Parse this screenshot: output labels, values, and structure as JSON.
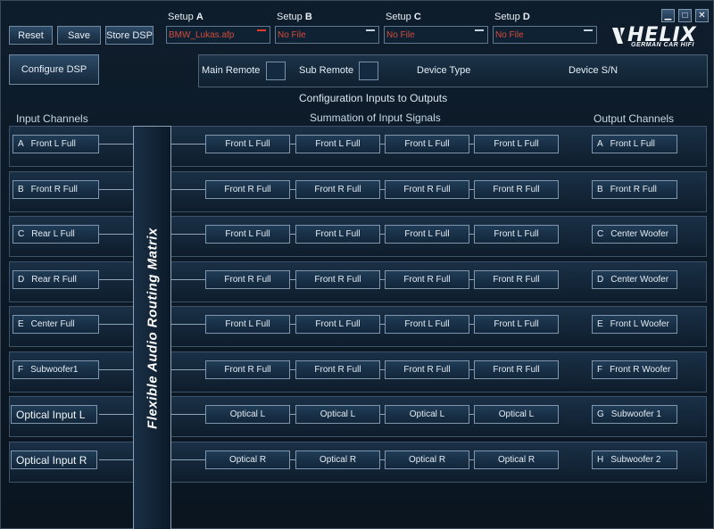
{
  "toolbar": {
    "reset_label": "Reset",
    "save_label": "Save",
    "store_label": "Store DSP"
  },
  "setups": [
    {
      "prefix": "Setup ",
      "letter": "A",
      "file": "BMW_Lukas.afp",
      "active": true
    },
    {
      "prefix": "Setup ",
      "letter": "B",
      "file": "No File",
      "active": false
    },
    {
      "prefix": "Setup ",
      "letter": "C",
      "file": "No File",
      "active": false
    },
    {
      "prefix": "Setup ",
      "letter": "D",
      "file": "No File",
      "active": false
    }
  ],
  "brand": {
    "name": "HELIX",
    "tagline": "GERMAN CAR HIFI"
  },
  "window": {
    "minimize_glyph": "▁",
    "maximize_glyph": "□",
    "close_glyph": "✕"
  },
  "configure_label": "Configure DSP",
  "remote": {
    "main_label": "Main Remote",
    "sub_label": "Sub Remote",
    "device_type_label": "Device Type",
    "device_sn_label": "Device S/N"
  },
  "headings": {
    "main": "Configuration Inputs to Outputs",
    "inputs": "Input Channels",
    "summation": "Summation of Input Signals",
    "outputs": "Output Channels"
  },
  "matrix_label": "Flexible Audio Routing Matrix",
  "inputs": [
    {
      "letter": "A",
      "name": "Front L Full"
    },
    {
      "letter": "B",
      "name": "Front R Full"
    },
    {
      "letter": "C",
      "name": "Rear L Full"
    },
    {
      "letter": "D",
      "name": "Rear R Full"
    },
    {
      "letter": "E",
      "name": "Center Full"
    },
    {
      "letter": "F",
      "name": "Subwoofer1"
    },
    {
      "letter": "",
      "name": "Optical Input L"
    },
    {
      "letter": "",
      "name": "Optical Input R"
    }
  ],
  "summation_rows": [
    [
      "Front L Full",
      "Front L Full",
      "Front L Full",
      "Front L Full"
    ],
    [
      "Front R Full",
      "Front R Full",
      "Front R Full",
      "Front R Full"
    ],
    [
      "Front L Full",
      "Front L Full",
      "Front L Full",
      "Front L Full"
    ],
    [
      "Front R Full",
      "Front R Full",
      "Front R Full",
      "Front R Full"
    ],
    [
      "Front L Full",
      "Front L Full",
      "Front L Full",
      "Front L Full"
    ],
    [
      "Front R Full",
      "Front R Full",
      "Front R Full",
      "Front R Full"
    ],
    [
      "Optical L",
      "Optical L",
      "Optical L",
      "Optical L"
    ],
    [
      "Optical R",
      "Optical R",
      "Optical R",
      "Optical R"
    ]
  ],
  "outputs": [
    {
      "letter": "A",
      "name": "Front L Full"
    },
    {
      "letter": "B",
      "name": "Front R Full"
    },
    {
      "letter": "C",
      "name": "Center Woofer"
    },
    {
      "letter": "D",
      "name": "Center Woofer"
    },
    {
      "letter": "E",
      "name": "Front L Woofer"
    },
    {
      "letter": "F",
      "name": "Front R Woofer"
    },
    {
      "letter": "G",
      "name": "Subwoofer 1"
    },
    {
      "letter": "H",
      "name": "Subwoofer 2"
    }
  ],
  "colors": {
    "accent": "#d44a3a",
    "panel": "#0e1d2c",
    "border": "#7e97ae"
  }
}
